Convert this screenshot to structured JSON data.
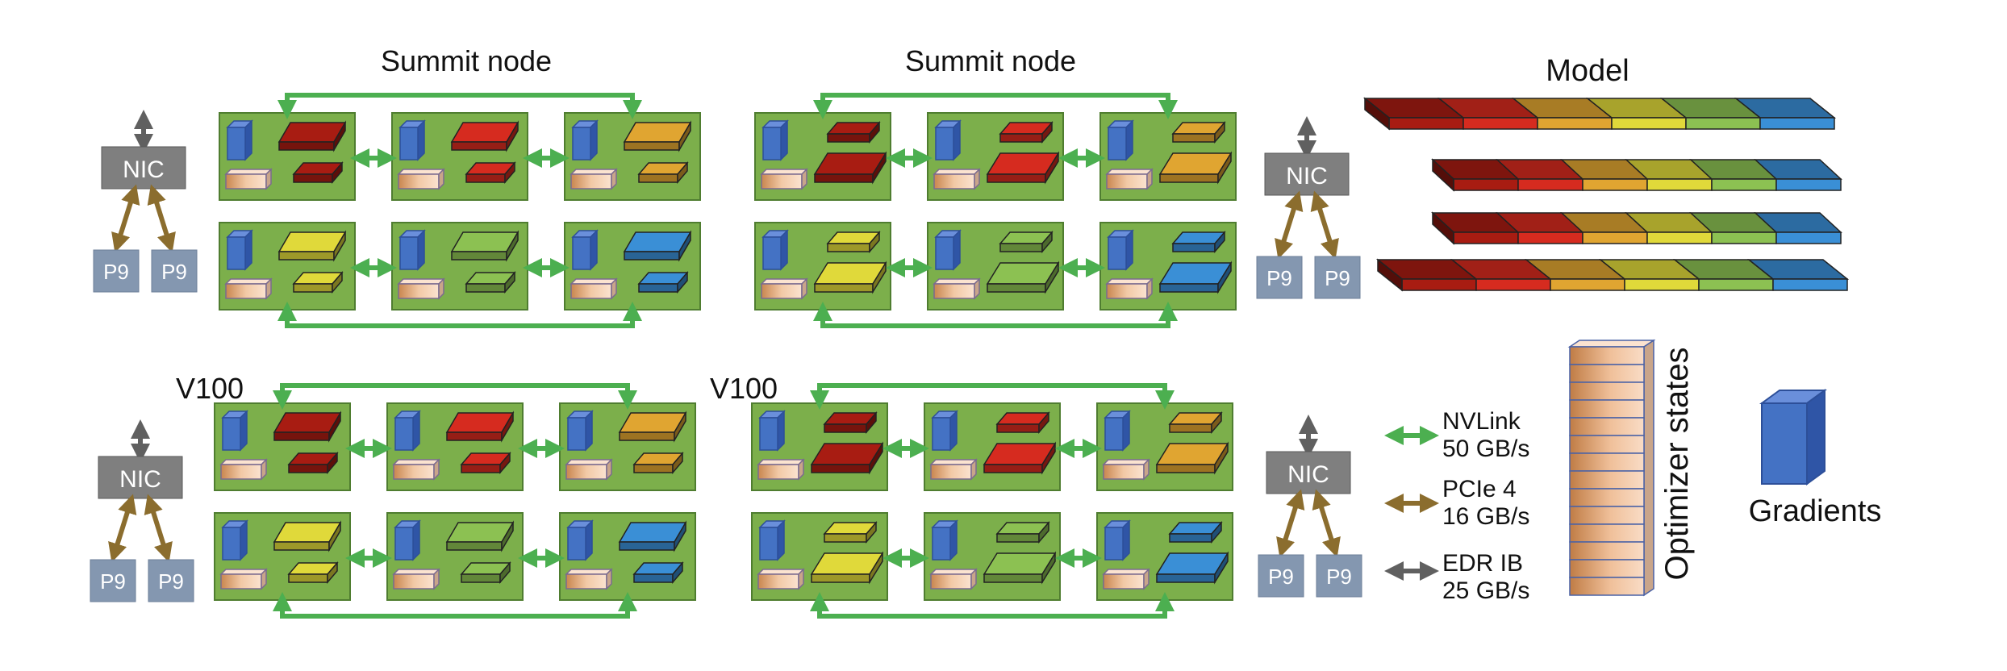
{
  "nodes": [
    {
      "title": "Summit node",
      "sublabel": ""
    },
    {
      "title": "Summit node",
      "sublabel": ""
    },
    {
      "title": "",
      "sublabel": "V100"
    },
    {
      "title": "",
      "sublabel": "V100"
    }
  ],
  "nic_label": "NIC",
  "cpu_label": "P9",
  "model": {
    "title": "Model"
  },
  "optimizer": {
    "label": "Optimizer states"
  },
  "gradients": {
    "label": "Gradients"
  },
  "legend": [
    {
      "name": "NVLink",
      "bandwidth": "50 GB/s",
      "color": "#4caf50"
    },
    {
      "name": "PCIe 4",
      "bandwidth": "16 GB/s",
      "color": "#8b6d2e"
    },
    {
      "name": "EDR IB",
      "bandwidth": "25 GB/s",
      "color": "#606060"
    }
  ],
  "colors": {
    "gpu_bg": "#7caf4b",
    "gpu_border": "#4f7d30",
    "nic": "#7f7f7f",
    "cpu": "#8497b0",
    "nvlink": "#4caf50",
    "pcie": "#8b6d2e",
    "ib": "#606060",
    "gradient_cube": "#4472c4",
    "shard_colors": [
      "#a81c12",
      "#d62b1f",
      "#e0a531",
      "#e0d93a",
      "#8cc152",
      "#3a8fd6"
    ]
  }
}
